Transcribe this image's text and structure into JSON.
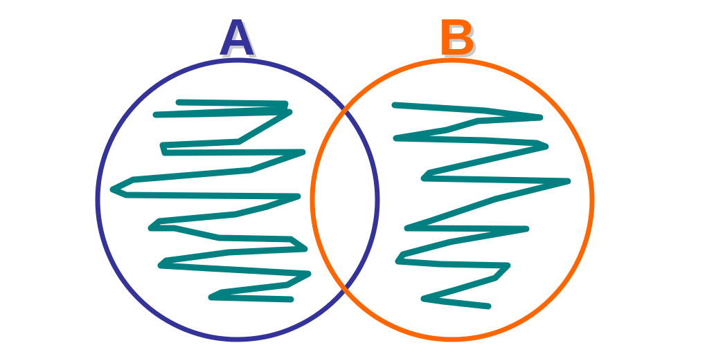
{
  "diagram": {
    "sets": [
      {
        "label": "A",
        "color": "#33339A"
      },
      {
        "label": "B",
        "color": "#FF6600"
      }
    ],
    "shading": {
      "color": "#008080",
      "covers": [
        "A",
        "B"
      ],
      "style": "zigzag-hatching"
    }
  }
}
